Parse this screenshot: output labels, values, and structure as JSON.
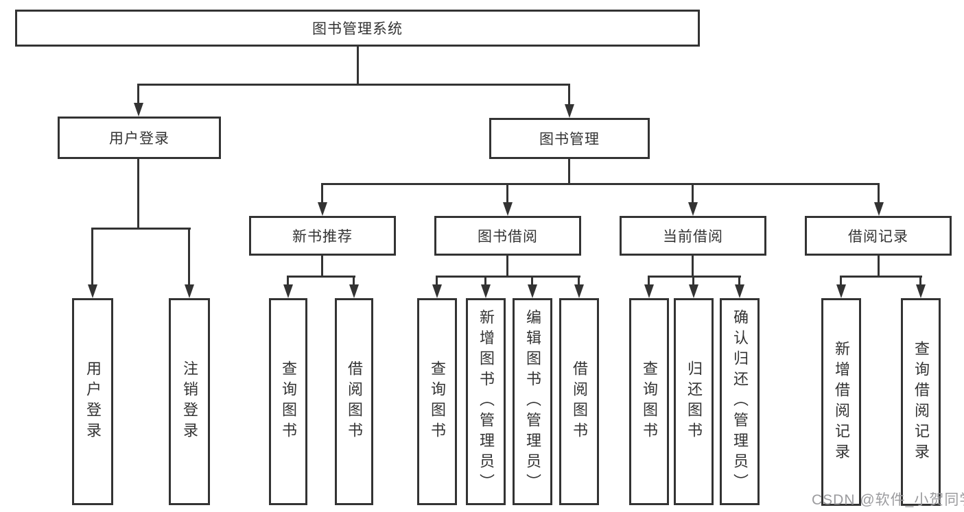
{
  "colors": {
    "line": "#333333",
    "text": "#333333",
    "background": "#ffffff",
    "watermark": "#9b9b9e"
  },
  "diagram": {
    "title": "图书管理系统",
    "root": {
      "label": "图书管理系统"
    },
    "branches": [
      {
        "label": "用户登录",
        "children": [
          {
            "label": "用户登录"
          },
          {
            "label": "注销登录"
          }
        ]
      },
      {
        "label": "图书管理",
        "children": [
          {
            "label": "新书推荐",
            "children": [
              {
                "label": "查询图书"
              },
              {
                "label": "借阅图书"
              }
            ]
          },
          {
            "label": "图书借阅",
            "children": [
              {
                "label": "查询图书"
              },
              {
                "label": "新增图书（管理员）"
              },
              {
                "label": "编辑图书（管理员）"
              },
              {
                "label": "借阅图书"
              }
            ]
          },
          {
            "label": "当前借阅",
            "children": [
              {
                "label": "查询图书"
              },
              {
                "label": "归还图书"
              },
              {
                "label": "确认归还（管理员）"
              }
            ]
          },
          {
            "label": "借阅记录",
            "children": [
              {
                "label": "新增借阅记录"
              },
              {
                "label": "查询借阅记录"
              }
            ]
          }
        ]
      }
    ]
  },
  "watermark": {
    "text": "CSDN @软件_小贺同学"
  }
}
